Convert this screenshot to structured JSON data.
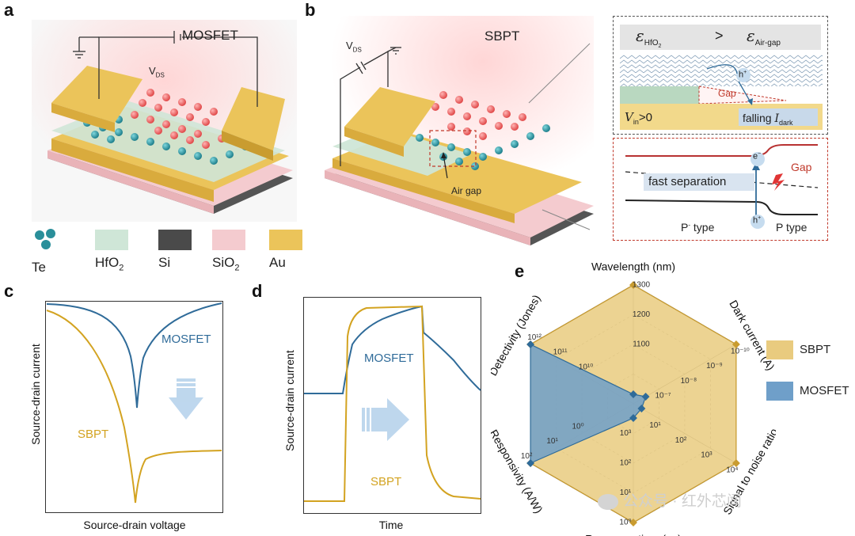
{
  "panels": {
    "a": "a",
    "b": "b",
    "c": "c",
    "d": "d",
    "e": "e"
  },
  "panel_a": {
    "title": "MOSFET",
    "vds": "V",
    "vds_sub": "DS"
  },
  "panel_b": {
    "title": "SBPT",
    "vds": "V",
    "vds_sub": "DS",
    "air_gap": "Air gap",
    "inset_top": {
      "eps_hfo2": "ε",
      "eps_hfo2_sub": "HfO",
      "eps_hfo2_sub2": "2",
      "gt": ">",
      "eps_air": "ε",
      "eps_air_sub": "Air-gap",
      "hplus": "h",
      "gap": "Gap",
      "vin": "V",
      "vin_sub": "in",
      "vin_cond": ">0",
      "falling": "falling ",
      "idark": "I",
      "idark_sub": "dark"
    },
    "inset_bottom": {
      "eminus": "e",
      "gap": "Gap",
      "fast_sep": "fast separation",
      "p_minus": "P",
      "p_minus_sup": "-",
      "p_minus_tail": " type",
      "hplus": "h",
      "p_type": "P type"
    }
  },
  "legend_materials": [
    {
      "label": "Te",
      "color": "#2a8f9a",
      "kind": "balls"
    },
    {
      "label": "HfO",
      "sub": "2",
      "color": "#cfe6d7",
      "kind": "box"
    },
    {
      "label": "Si",
      "color": "#4a4a4a",
      "kind": "box"
    },
    {
      "label": "SiO",
      "sub": "2",
      "color": "#f4cbcf",
      "kind": "box"
    },
    {
      "label": "Au",
      "color": "#ebc45a",
      "kind": "box"
    }
  ],
  "colors": {
    "mosfet": "#2f6b99",
    "sbpt": "#d3a321",
    "sbpt_fill": "#e9cb7f",
    "mosfet_fill": "#6f9fc9"
  },
  "chart_data": [
    {
      "type": "line",
      "panel": "c",
      "xlabel": "Source-drain voltage",
      "ylabel": "Source-drain current",
      "series": [
        {
          "name": "MOSFET",
          "shape": "V-shaped dip, shallow"
        },
        {
          "name": "SBPT",
          "shape": "V-shaped dip, deeper"
        }
      ]
    },
    {
      "type": "line",
      "panel": "d",
      "xlabel": "Time",
      "ylabel": "Source-drain current",
      "series": [
        {
          "name": "MOSFET",
          "shape": "pulse response, slower rise/decay"
        },
        {
          "name": "SBPT",
          "shape": "pulse response, fast rise/decay"
        }
      ]
    },
    {
      "type": "radar",
      "panel": "e",
      "axes": [
        "Wavelength (nm)",
        "Dark current (A)",
        "Signal to noise ratio",
        "Response time (μs)",
        "Responsivity (A/W)",
        "Detectivity (Jones)"
      ],
      "ticks": {
        "Wavelength (nm)": [
          "1100",
          "1200",
          "1300"
        ],
        "Dark current (A)": [
          "10⁻⁷",
          "10⁻⁸",
          "10⁻⁹",
          "10⁻¹⁰"
        ],
        "Signal to noise ratio": [
          "10¹",
          "10²",
          "10³",
          "10⁴"
        ],
        "Response time (μs)": [
          "10³",
          "10²",
          "10¹",
          "10⁰"
        ],
        "Responsivity (A/W)": [
          "10⁰",
          "10¹",
          "10²"
        ],
        "Detectivity (Jones)": [
          "10¹⁰",
          "10¹¹",
          "10¹²"
        ]
      },
      "series": [
        {
          "name": "SBPT",
          "values": [
            1,
            1,
            1,
            1,
            1,
            1
          ]
        },
        {
          "name": "MOSFET",
          "values": [
            0.08,
            0.12,
            0.08,
            0.12,
            1,
            1
          ]
        }
      ],
      "legend": [
        "SBPT",
        "MOSFET"
      ]
    }
  ],
  "watermark": "公众号 · 红外芯闻"
}
